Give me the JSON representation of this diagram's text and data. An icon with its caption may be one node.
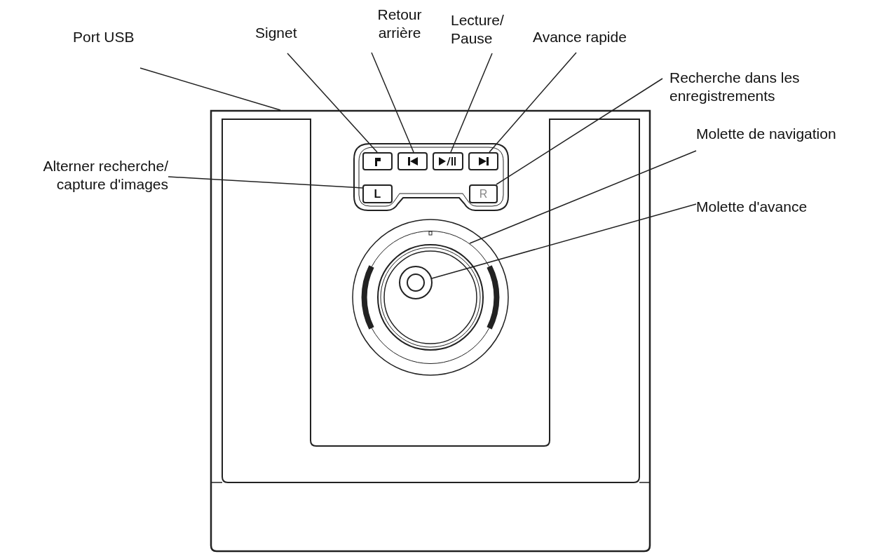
{
  "diagram": {
    "nodes": [
      {
        "text": [
          "Port USB"
        ]
      },
      {
        "text": [
          "Signet"
        ]
      },
      {
        "text": [
          "Avance rapide"
        ]
      },
      {
        "text": [
          "Retour arrière"
        ]
      },
      {
        "text": [
          "Lecture/ Pause"
        ]
      },
      {
        "text": [
          "Recherche dans les enregistrements"
        ]
      },
      {
        "text": [
          "Alterner recherche/ capture d'images"
        ]
      },
      {
        "text": [
          "Molette de navigation"
        ]
      },
      {
        "text": [
          "Molette d'avance"
        ]
      },
      {
        "text": [],
        "shape": "box"
      },
      {
        "text": [],
        "shape": "box"
      },
      {
        "text": [],
        "shape": "box"
      },
      {
        "text": [],
        "shape": "box"
      },
      {
        "text": [
          "L"
        ]
      },
      {
        "text": [
          "R"
        ]
      },
      {
        "text": [],
        "shape": "circle"
      },
      {
        "text": [],
        "shape": "circle",
        "in": 15
      }
    ],
    "edges": [
      {
        "from": 0,
        "to": null,
        "arrow": "none"
      },
      {
        "from": 1,
        "to": 9,
        "arrow": "none"
      },
      {
        "from": 2,
        "to": 12,
        "arrow": "none"
      },
      {
        "from": 3,
        "to": 10,
        "arrow": "none"
      },
      {
        "from": 4,
        "to": 11,
        "arrow": "none"
      },
      {
        "from": 5,
        "to": 14,
        "arrow": "none"
      },
      {
        "from": 6,
        "to": 13,
        "arrow": "none"
      },
      {
        "from": 7,
        "to": 15,
        "arrow": "none"
      },
      {
        "from": 8,
        "to": 16,
        "arrow": "none"
      }
    ]
  }
}
